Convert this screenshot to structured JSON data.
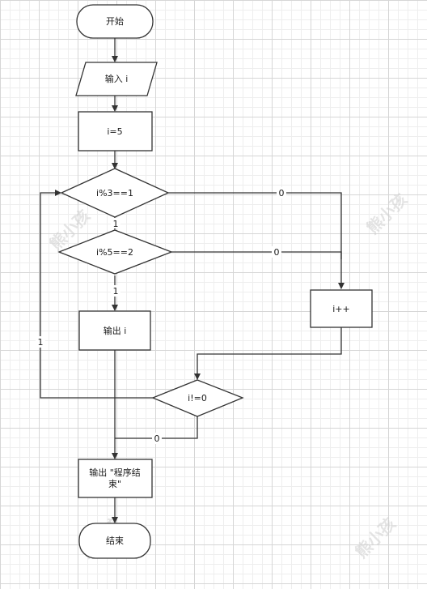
{
  "nodes": {
    "start": "开始",
    "input": "输入 i",
    "assign": "i=5",
    "cond1": "i%3==1",
    "cond2": "i%5==2",
    "output_i": "输出 i",
    "incr": "i++",
    "cond3": "i!=0",
    "output_end_line1": "输出 \"程序结",
    "output_end_line2": "束\"",
    "end": "结束"
  },
  "edge_labels": {
    "cond1_no": "0",
    "cond1_yes": "1",
    "cond2_no": "0",
    "cond2_yes": "1",
    "cond3_yes": "1",
    "cond3_no": "0"
  },
  "watermark": "熊小孩"
}
